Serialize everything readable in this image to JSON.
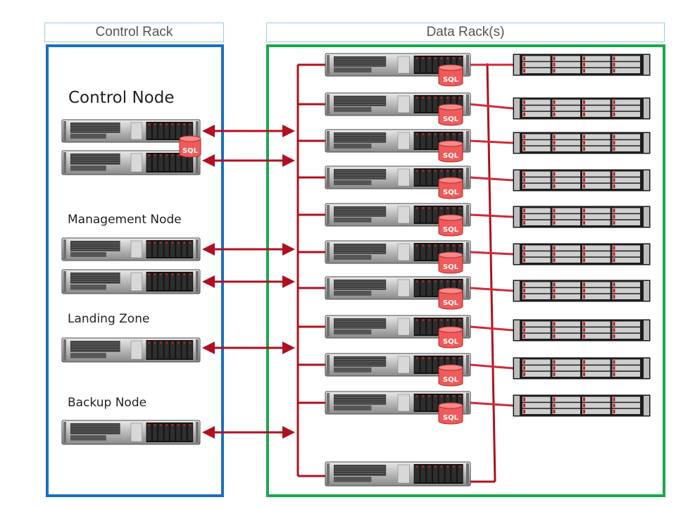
{
  "control_rack": {
    "title": "Control Rack",
    "border_color": "#1a6fbf",
    "nodes": {
      "control_label": "Control Node",
      "management_label": "Management Node",
      "landing_label": "Landing Zone",
      "backup_label": "Backup Node"
    }
  },
  "data_rack": {
    "title": "Data Rack(s)",
    "border_color": "#19a84e",
    "compute_nodes": 10,
    "storage_arrays": 10
  },
  "sql_label": "SQL",
  "colors": {
    "link": "#b01020",
    "sql_fill": "#f05a5a",
    "sql_text": "#ffffff"
  }
}
